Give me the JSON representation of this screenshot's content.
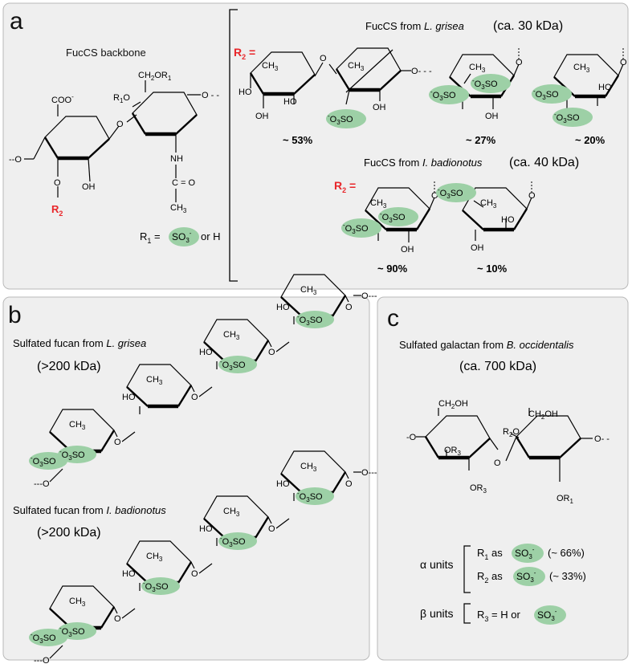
{
  "panel_a": {
    "letter": "a",
    "backbone_title": "FucCS backbone",
    "backbone": {
      "coo": "COO",
      "coo_sup": "-",
      "ch2or1": "CH",
      "ch2or1_sub": "2",
      "ch2or1_tail": "OR",
      "ch2or1_tail_sub": "1",
      "r1o": "R",
      "r1o_sub": "1",
      "r1o_tail": "O",
      "oh": "OH",
      "nh": "NH",
      "c_eq_o": "C = O",
      "ch3": "CH",
      "ch3_sub": "3",
      "o": "O",
      "r2": "R",
      "r2_sub": "2",
      "r1_def_a": "R",
      "r1_def_sub": "1",
      "r1_def_eq": " = ",
      "r1_def_or": " or H"
    },
    "lgrisea_title_pre": "FucCS from ",
    "lgrisea_title_species": "L. grisea",
    "lgrisea_mass": "(ca. 30 kDa)",
    "ibad_title_pre": "FucCS from ",
    "ibad_title_species": "I. badionotus",
    "ibad_mass": "(ca. 40 kDa)",
    "r2_label": "R",
    "r2_sub": "2",
    "r2_eq": " =",
    "percents": {
      "lg1": "~ 53%",
      "lg2": "~ 27%",
      "lg3": "~ 20%",
      "ib1": "~ 90%",
      "ib2": "~ 10%"
    },
    "ring_labels": {
      "ch3": "CH",
      "ch3_sub": "3",
      "ho": "HO",
      "oh": "OH",
      "o": "O"
    }
  },
  "panel_b": {
    "letter": "b",
    "lg_title_pre": "Sulfated fucan from ",
    "lg_title_species": "L. grisea",
    "lg_mass": "(>200 kDa)",
    "ib_title_pre": "Sulfated fucan from ",
    "ib_title_species": "I. badionotus",
    "ib_mass": "(>200 kDa)"
  },
  "panel_c": {
    "letter": "c",
    "title_pre": "Sulfated galactan from ",
    "title_species": "B. occidentalis",
    "mass": "(ca. 700 kDa)",
    "ch2oh": "CH",
    "ch2oh_sub": "2",
    "ch2oh_tail": "OH",
    "or3": "OR",
    "or3_sub": "3",
    "r2o": "R",
    "r2o_sub": "2",
    "r2o_tail": "O",
    "or1": "OR",
    "or1_sub": "1",
    "alpha_units": "α units",
    "alpha_r1": "R",
    "alpha_r1_sub": "1",
    "alpha_r1_as": " as ",
    "alpha_r1_pct": "(~ 66%)",
    "alpha_r2": "R",
    "alpha_r2_sub": "2",
    "alpha_r2_as": "  as ",
    "alpha_r2_pct": "(~ 33%)",
    "beta_units": "β units",
    "beta_r3": "R",
    "beta_r3_sub": "3",
    "beta_r3_eq": " = H or "
  },
  "sulfate": {
    "left_sup": "-",
    "left_o3": "O",
    "left_sub3": "3",
    "left_so": "SO",
    "right_so": "SO",
    "right_sub3": "3",
    "right_sup": "-",
    "highlight_color": "#9dd0a6"
  },
  "colors": {
    "panel_bg": "#efefef",
    "panel_border": "#b9b9b9",
    "red_label": "#e8262a"
  }
}
